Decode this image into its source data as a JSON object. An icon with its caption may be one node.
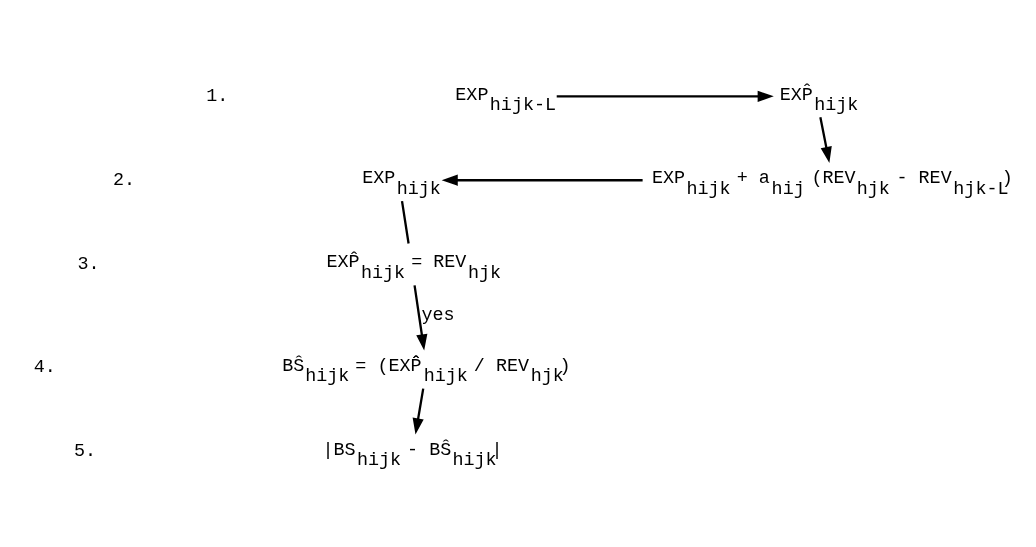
{
  "diagram": {
    "nodes": [
      {
        "text": [
          "EXP$_{hijk-L}$"
        ]
      },
      {
        "text": [
          "EXP̂$_{hijk}$"
        ]
      },
      {
        "text": [
          "EXP$_{hijk}$"
        ]
      },
      {
        "text": [
          "EXP$_{hijk}$ + a$_{hij}$ (REV$_{hjk}$ - REV$_{hjk-L}$)"
        ]
      },
      {
        "text": [
          "EXP̂$_{hijk}$ = REV$_{hjk}$"
        ]
      },
      {
        "text": [
          "BŜ$_{hijk}$ = (EXP̂̂$_{hijk}$ / REV$_{hjk}$)"
        ]
      },
      {
        "text": [
          "|BS$_{hijk}$ - BŜ$_{hijk}$|"
        ]
      }
    ],
    "edges": [
      {
        "from": 0,
        "to": 1,
        "arrow": "to"
      },
      {
        "from": 1,
        "to": 3,
        "arrow": "to"
      },
      {
        "from": 3,
        "to": 2,
        "arrow": "to"
      },
      {
        "from": 2,
        "to": 4,
        "arrow": "none"
      },
      {
        "from": 4,
        "to": 5,
        "arrow": "to",
        "label": "yes"
      },
      {
        "from": 5,
        "to": 6,
        "arrow": "to"
      }
    ],
    "labels": [
      "1.",
      "2.",
      "3.",
      "4.",
      "5."
    ]
  }
}
